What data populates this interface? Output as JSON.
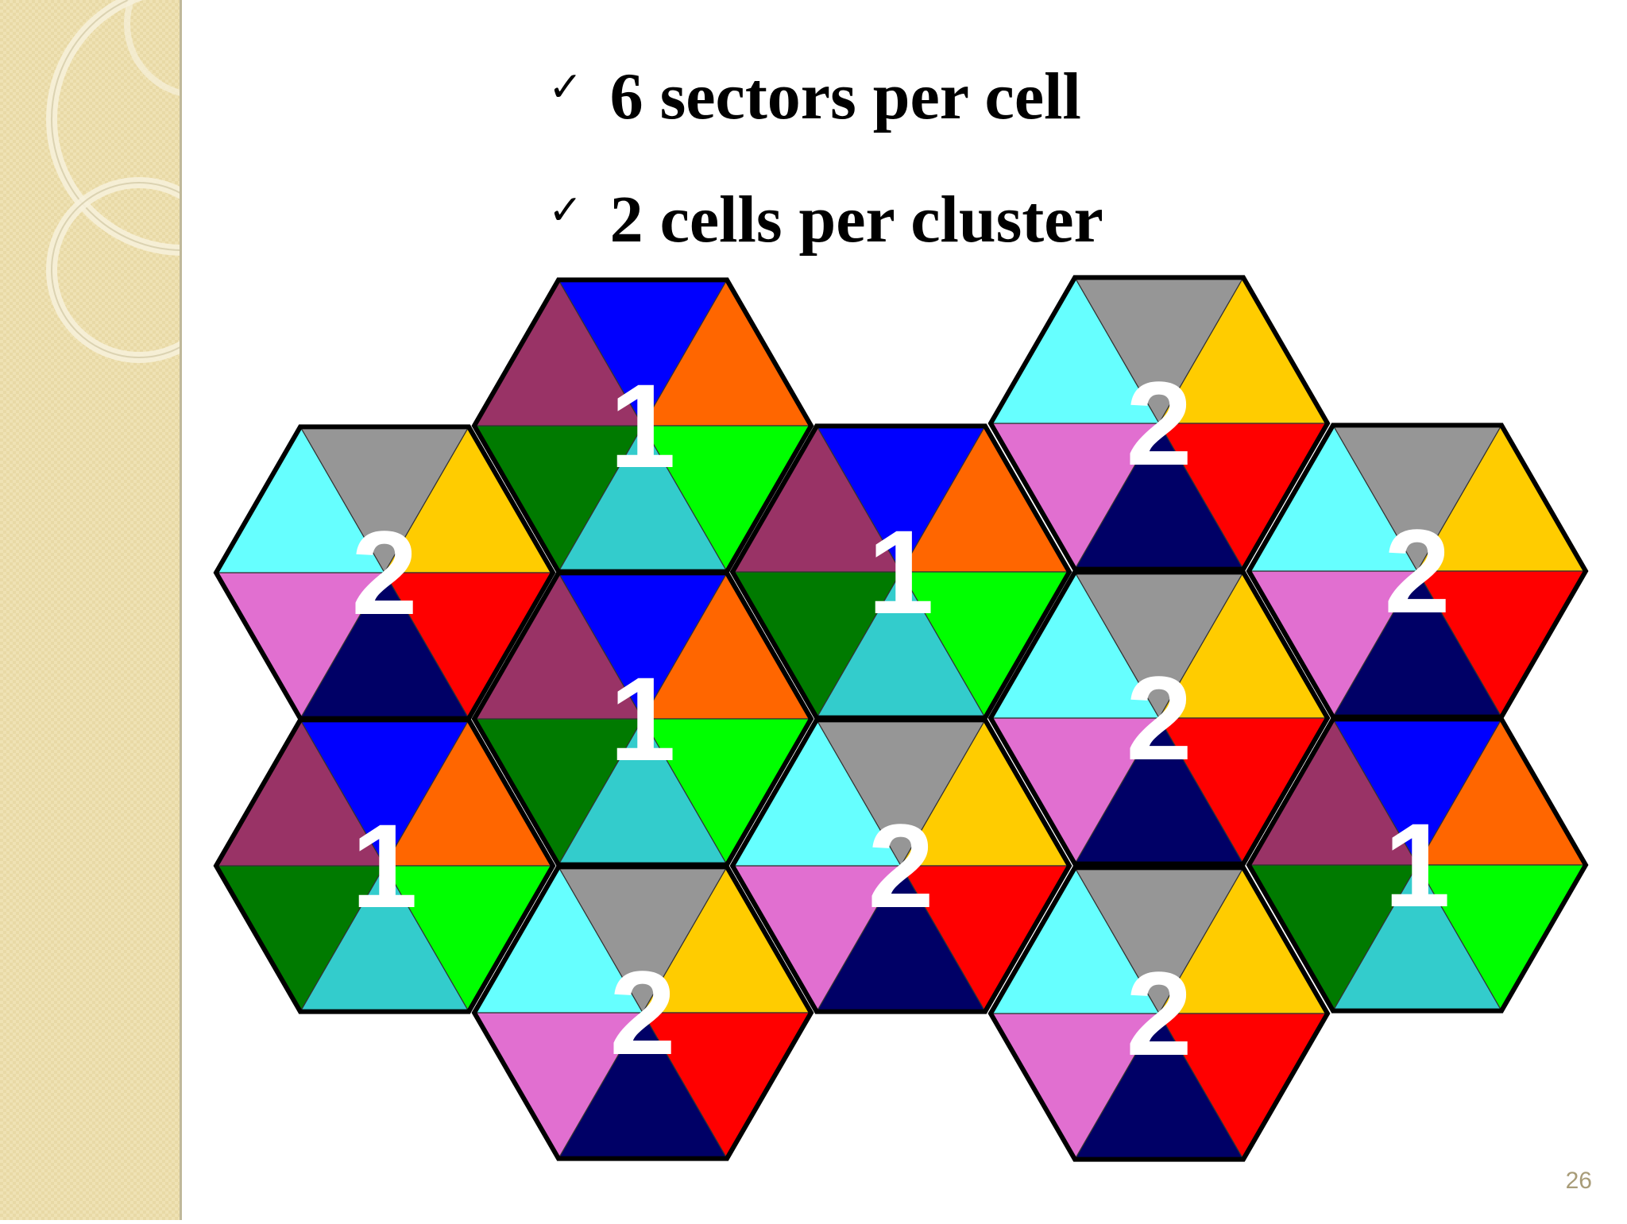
{
  "slide": {
    "bullets": [
      {
        "check": "✓",
        "text": "6 sectors per cell"
      },
      {
        "check": "✓",
        "text": "2 cells per cluster"
      }
    ],
    "page_number": "26"
  },
  "diagram": {
    "cells": [
      {
        "label": "1",
        "scheme": "A"
      },
      {
        "label": "2",
        "scheme": "B"
      },
      {
        "label": "2",
        "scheme": "B"
      },
      {
        "label": "1",
        "scheme": "A"
      },
      {
        "label": "2",
        "scheme": "B"
      },
      {
        "label": "1",
        "scheme": "A"
      },
      {
        "label": "2",
        "scheme": "B"
      },
      {
        "label": "1",
        "scheme": "A"
      },
      {
        "label": "2",
        "scheme": "B"
      },
      {
        "label": "1",
        "scheme": "A"
      },
      {
        "label": "2",
        "scheme": "B"
      },
      {
        "label": "2",
        "scheme": "B"
      },
      {
        "label": "1",
        "scheme": "A"
      }
    ],
    "sector_colors": {
      "A": [
        "#0000ff",
        "#ff6600",
        "#00ff00",
        "#33cccc",
        "#007a00",
        "#993366"
      ],
      "B": [
        "#969696",
        "#ffcc00",
        "#ff0000",
        "#000066",
        "#e16fd0",
        "#66ffff"
      ]
    },
    "outline_color": "#000000",
    "label_color": "#ffffff"
  }
}
